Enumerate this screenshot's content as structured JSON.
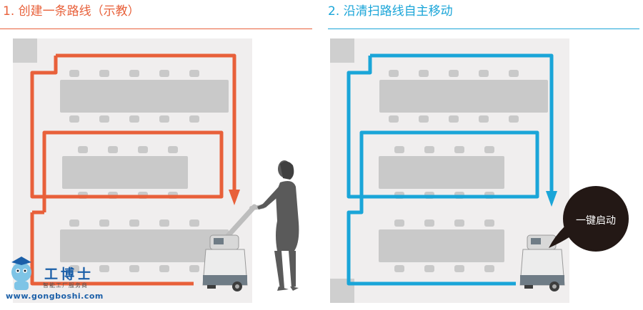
{
  "left_panel": {
    "title": "1. 创建一条路线（示教）"
  },
  "right_panel": {
    "title": "2. 沿清扫路线自主移动",
    "bubble_text": "一键启动"
  },
  "watermark": {
    "brand": "工博士",
    "tagline": "智能工厂服务商",
    "url": "www.gongboshi.com"
  },
  "colors": {
    "teach_route": "#e8603a",
    "auto_route": "#1aa5d8",
    "floor": "#f0eeee",
    "table": "#c9c9c9",
    "bubble": "#231815"
  }
}
